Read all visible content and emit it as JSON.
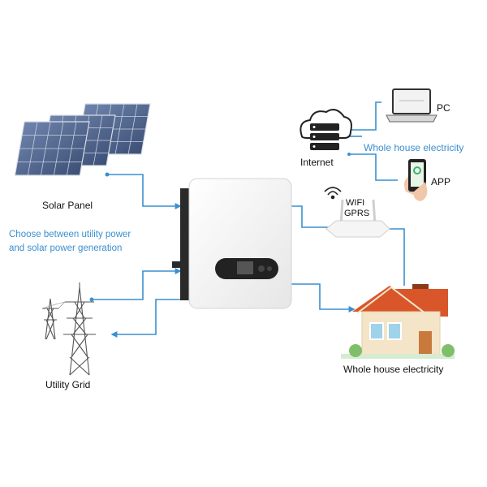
{
  "labels": {
    "solar_panel": "Solar Panel",
    "utility_grid": "Utility Grid",
    "choose_line1": "Choose between utility power",
    "choose_line2": "and solar power generation",
    "internet": "Internet",
    "pc": "PC",
    "app": "APP",
    "whole_house_top": "Whole house electricity",
    "whole_house_bottom": "Whole house electricity",
    "wifi": "WIFI",
    "gprs": "GPRS"
  },
  "colors": {
    "connector": "#3a8fd0",
    "inverter_body": "#f4f4f4",
    "inverter_frame": "#2a2a2a",
    "panel_cell": "#4a5f86",
    "roof": "#d9562a",
    "house_wall": "#f4e4c8",
    "door": "#c77a3c"
  },
  "icons": [
    "solar-panel-icon",
    "power-tower-icon",
    "inverter-icon",
    "cloud-server-icon",
    "laptop-icon",
    "phone-icon",
    "router-icon",
    "wifi-signal-icon",
    "house-icon"
  ]
}
